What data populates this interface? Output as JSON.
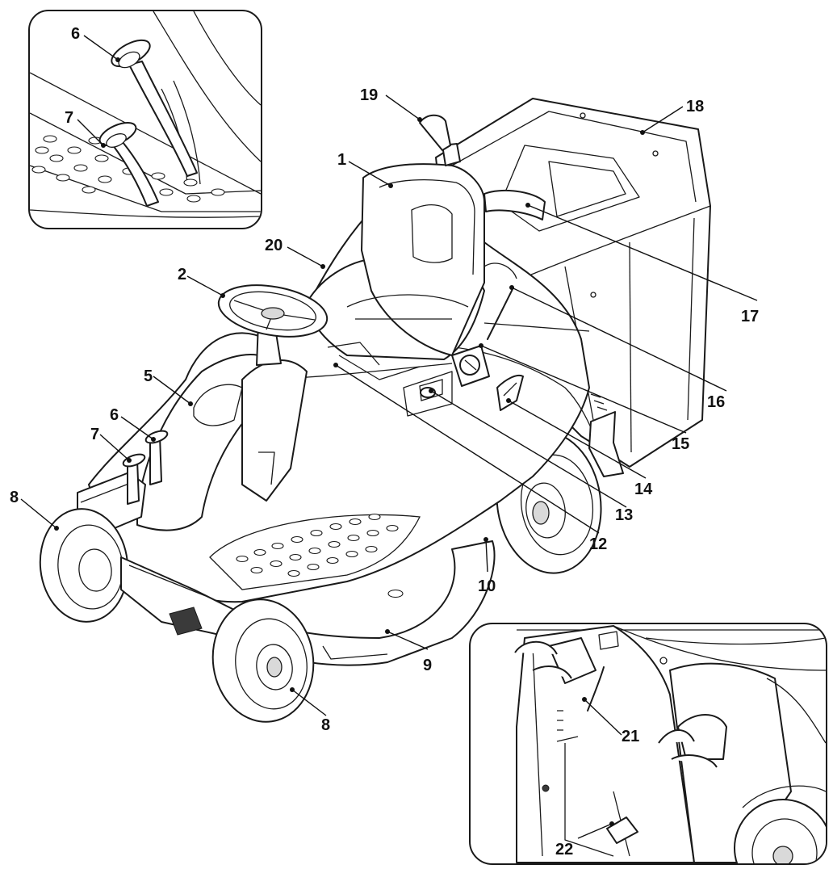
{
  "callouts": [
    {
      "id": "c6a",
      "text": "6"
    },
    {
      "id": "c7a",
      "text": "7"
    },
    {
      "id": "c19",
      "text": "19"
    },
    {
      "id": "c18",
      "text": "18"
    },
    {
      "id": "c1",
      "text": "1"
    },
    {
      "id": "c20",
      "text": "20"
    },
    {
      "id": "c2",
      "text": "2"
    },
    {
      "id": "c17",
      "text": "17"
    },
    {
      "id": "c5",
      "text": "5"
    },
    {
      "id": "c16",
      "text": "16"
    },
    {
      "id": "c6b",
      "text": "6"
    },
    {
      "id": "c15",
      "text": "15"
    },
    {
      "id": "c7b",
      "text": "7"
    },
    {
      "id": "c14",
      "text": "14"
    },
    {
      "id": "c8a",
      "text": "8"
    },
    {
      "id": "c13",
      "text": "13"
    },
    {
      "id": "c12",
      "text": "12"
    },
    {
      "id": "c10",
      "text": "10"
    },
    {
      "id": "c9",
      "text": "9"
    },
    {
      "id": "c8b",
      "text": "8"
    },
    {
      "id": "c21",
      "text": "21"
    },
    {
      "id": "c22",
      "text": "22"
    }
  ]
}
